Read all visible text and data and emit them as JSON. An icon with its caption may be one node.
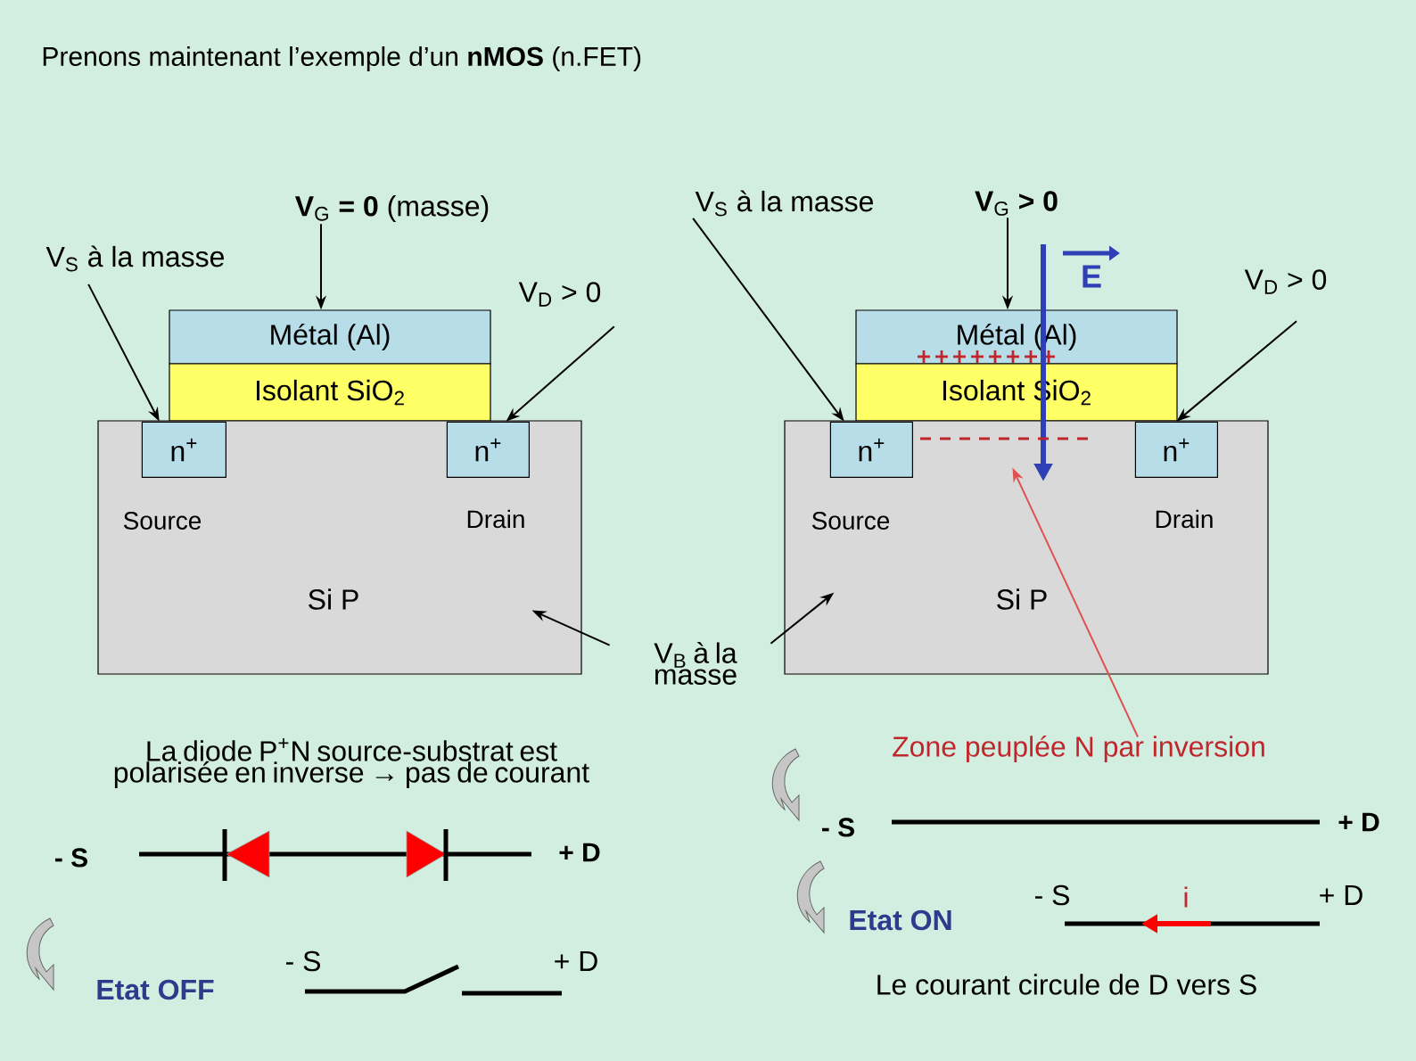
{
  "diagram": {
    "title": "Prenons maintenant l’exemple d’un **nMOS** (n.FET)",
    "nodes": [
      {
        "text": [
          "Métal (Al)"
        ]
      },
      {
        "text": [
          "Isolant SiO$_{2}$"
        ]
      },
      {
        "text": [
          "Si P"
        ]
      },
      {
        "text": [
          "n$^{+}$"
        ],
        "in": 2,
        "beside": [
          "Source"
        ]
      },
      {
        "text": [
          "n$^{+}$"
        ],
        "in": 2,
        "beside": [
          "Drain"
        ]
      },
      {
        "text": [
          "**V**$_{G}$ **= 0** (masse)"
        ]
      },
      {
        "text": [
          "V$_{S}$ à la masse"
        ]
      },
      {
        "text": [
          "V$_{D}$ > 0"
        ]
      },
      {
        "text": [
          "V$_{B}$ à la masse"
        ]
      },
      {
        "text": [
          "Métal (Al)"
        ]
      },
      {
        "text": [
          "Isolant SiO$_{2}$"
        ]
      },
      {
        "text": [
          "Si P"
        ]
      },
      {
        "text": [
          "n$^{+}$"
        ],
        "in": 11,
        "beside": [
          "Source"
        ]
      },
      {
        "text": [
          "n$^{+}$"
        ],
        "in": 11,
        "beside": [
          "Drain"
        ]
      },
      {
        "text": [
          "V$_{S}$ à la masse"
        ]
      },
      {
        "text": [
          "**V**$_{G}$ **> 0**"
        ]
      },
      {
        "text": [
          "V$_{D}$ > 0"
        ]
      },
      {
        "text": [
          "Zone peuplée N par inversion"
        ]
      }
    ],
    "edges": [
      {
        "from": 5,
        "to": 0,
        "arrow": "to"
      },
      {
        "from": 6,
        "to": 3,
        "arrow": "to"
      },
      {
        "from": 7,
        "to": 4,
        "arrow": "to"
      },
      {
        "from": 8,
        "to": 2,
        "arrow": "to"
      },
      {
        "from": 8,
        "to": 11,
        "arrow": "to"
      },
      {
        "from": 14,
        "to": 12,
        "arrow": "to"
      },
      {
        "from": 15,
        "to": 9,
        "arrow": "to"
      },
      {
        "from": 16,
        "to": 13,
        "arrow": "to"
      },
      {
        "from": 17,
        "to": 11,
        "arrow": "to",
        "color": "#e05050"
      }
    ],
    "labels": [
      "E",
      "La diode P$^{+}$N source-substrat est polarisée en inverse → pas de courant",
      "- S",
      "+ D",
      "Etat OFF",
      "- S",
      "+ D",
      "- S",
      "+ D",
      "Etat ON",
      "- S",
      "i",
      "+ D",
      "Le courant circule de D vers S"
    ]
  }
}
